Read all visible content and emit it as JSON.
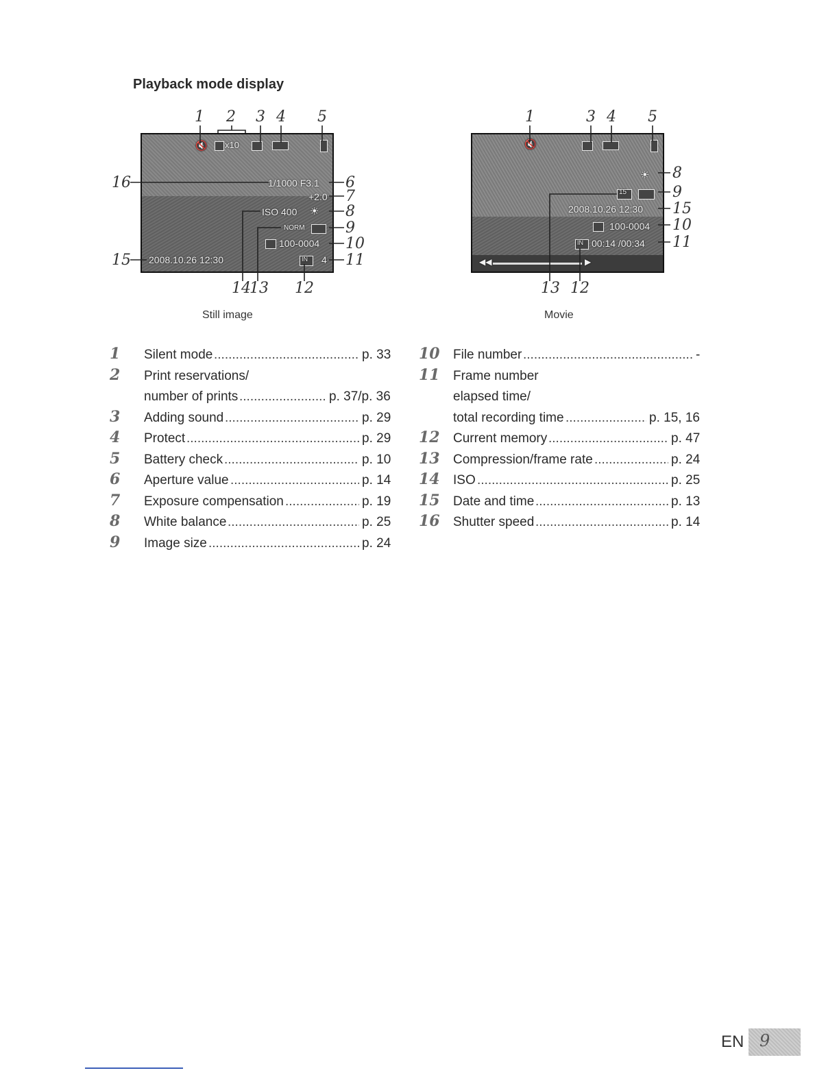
{
  "section_title": "Playback mode display",
  "still": {
    "caption": "Still image",
    "osd": {
      "print_count": "x10",
      "shutter_aperture": "1/1000  F3.1",
      "exposure": "+2.0",
      "iso": "ISO 400",
      "compression": "NORM",
      "file_number": "100-0004",
      "frame_number": "4",
      "memory": "IN",
      "datetime": "2008.10.26  12:30"
    },
    "callouts": [
      "1",
      "2",
      "3",
      "4",
      "5",
      "6",
      "7",
      "8",
      "9",
      "10",
      "11",
      "12",
      "13",
      "14",
      "15",
      "16"
    ]
  },
  "movie": {
    "caption": "Movie",
    "osd": {
      "compression": "15",
      "datetime": "2008.10.26  12:30",
      "file_number": "100-0004",
      "memory": "IN",
      "time": "00:14 /00:34"
    },
    "callouts": [
      "1",
      "3",
      "4",
      "5",
      "8",
      "9",
      "15",
      "10",
      "11",
      "13",
      "12"
    ]
  },
  "legend": {
    "left": [
      {
        "num": "1",
        "lines": [
          "Silent mode"
        ],
        "page": "p. 33"
      },
      {
        "num": "2",
        "lines": [
          "Print reservations/",
          "number of prints"
        ],
        "page": "p. 37/p. 36"
      },
      {
        "num": "3",
        "lines": [
          "Adding sound"
        ],
        "page": "p. 29"
      },
      {
        "num": "4",
        "lines": [
          "Protect"
        ],
        "page": "p. 29"
      },
      {
        "num": "5",
        "lines": [
          "Battery check"
        ],
        "page": "p. 10"
      },
      {
        "num": "6",
        "lines": [
          "Aperture value"
        ],
        "page": "p. 14"
      },
      {
        "num": "7",
        "lines": [
          "Exposure compensation"
        ],
        "page": "p. 19"
      },
      {
        "num": "8",
        "lines": [
          "White balance"
        ],
        "page": "p. 25"
      },
      {
        "num": "9",
        "lines": [
          "Image size"
        ],
        "page": "p. 24"
      }
    ],
    "right": [
      {
        "num": "10",
        "lines": [
          "File number"
        ],
        "page": "-"
      },
      {
        "num": "11",
        "lines": [
          "Frame number",
          "elapsed time/",
          "total recording time"
        ],
        "page": "p. 15, 16"
      },
      {
        "num": "12",
        "lines": [
          "Current memory"
        ],
        "page": "p. 47"
      },
      {
        "num": "13",
        "lines": [
          "Compression/frame rate"
        ],
        "page": "p. 24"
      },
      {
        "num": "14",
        "lines": [
          "ISO"
        ],
        "page": "p. 25"
      },
      {
        "num": "15",
        "lines": [
          "Date and time"
        ],
        "page": "p. 13"
      },
      {
        "num": "16",
        "lines": [
          "Shutter speed"
        ],
        "page": "p. 14"
      }
    ]
  },
  "footer": {
    "lang": "EN",
    "page_number": "9"
  }
}
